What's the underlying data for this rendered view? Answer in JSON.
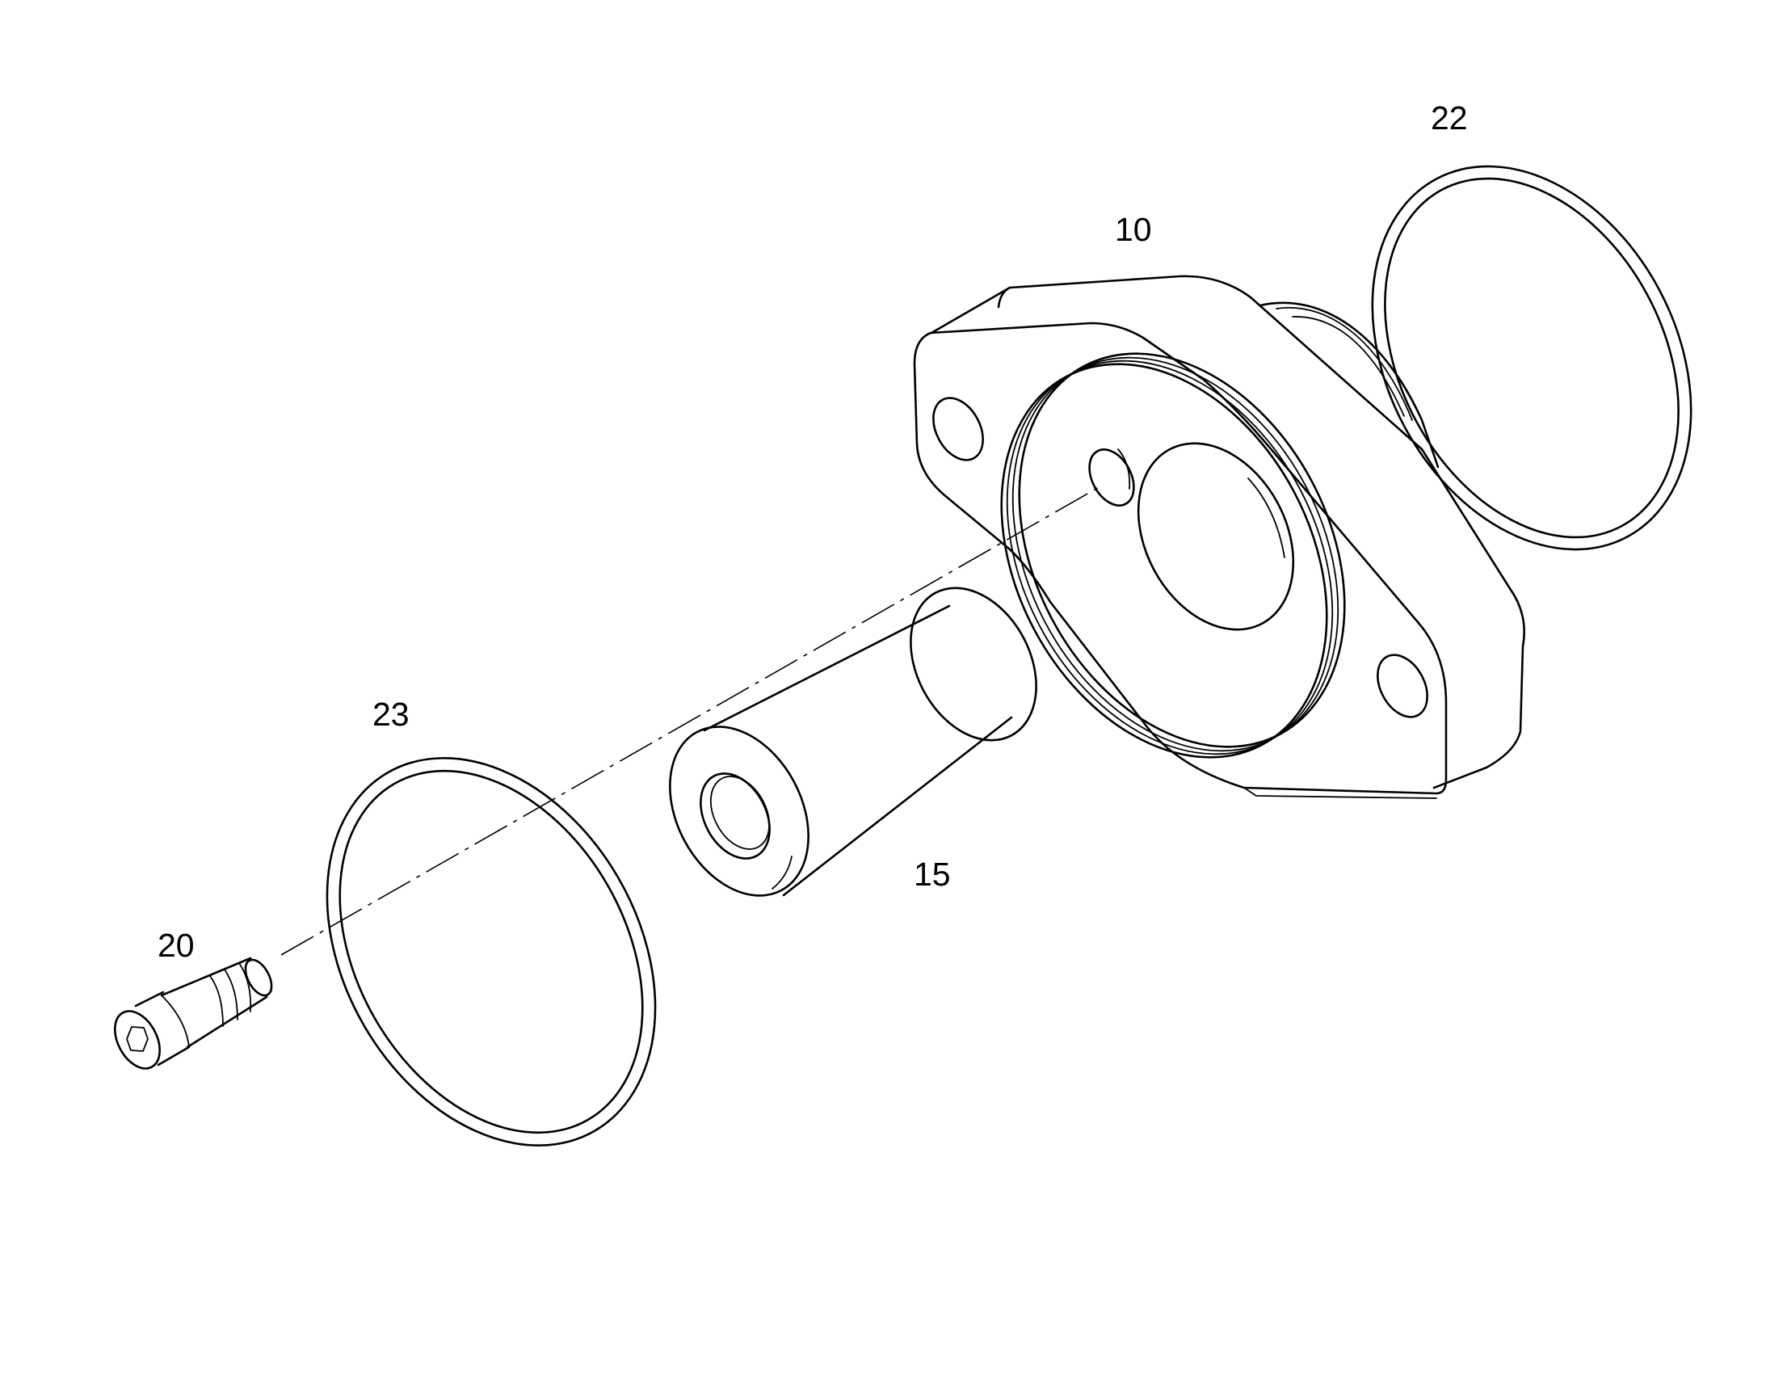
{
  "callouts": {
    "housing": "10",
    "sleeve": "15",
    "screw": "20",
    "o_ring_rear": "22",
    "o_ring_front": "23"
  },
  "colors": {
    "line": "#000000",
    "background": "#ffffff"
  }
}
